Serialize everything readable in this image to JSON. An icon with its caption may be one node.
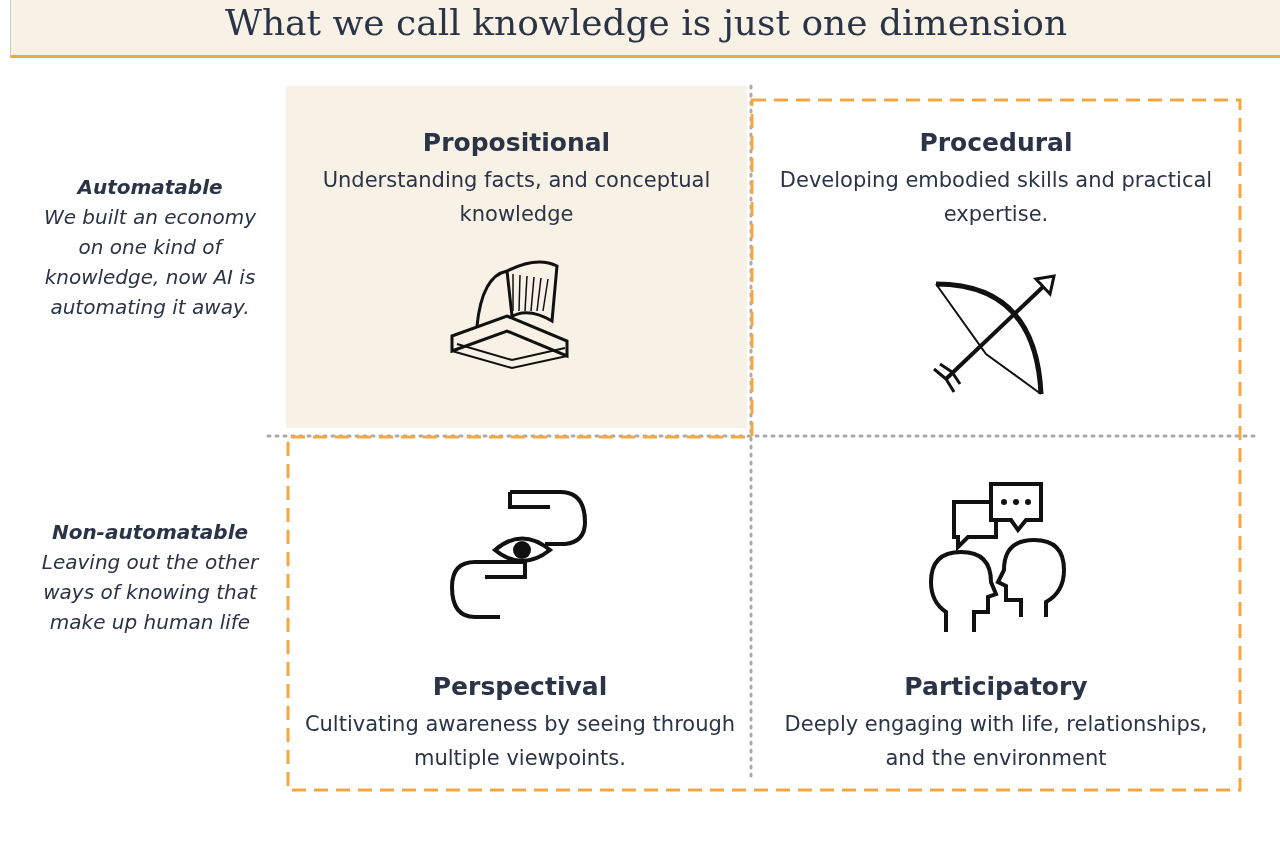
{
  "diagram": {
    "title": "What we call knowledge is just one dimension",
    "nodes": [
      {
        "text": [
          "Propositional",
          "Understanding facts, and conceptual knowledge"
        ]
      },
      {
        "text": [
          "Procedural",
          "Developing embodied skills and practical expertise."
        ]
      },
      {
        "text": [
          "Perspectival",
          "Cultivating awareness by seeing through multiple viewpoints."
        ]
      },
      {
        "text": [
          "Participatory",
          "Deeply engaging with life, relationships, and the environment"
        ]
      }
    ],
    "labels": [
      "Automatable",
      "We built an economy on one kind of knowledge, now AI is automating it away.",
      "Non-automatable",
      "Leaving out the other ways of knowing that make up human life"
    ]
  }
}
